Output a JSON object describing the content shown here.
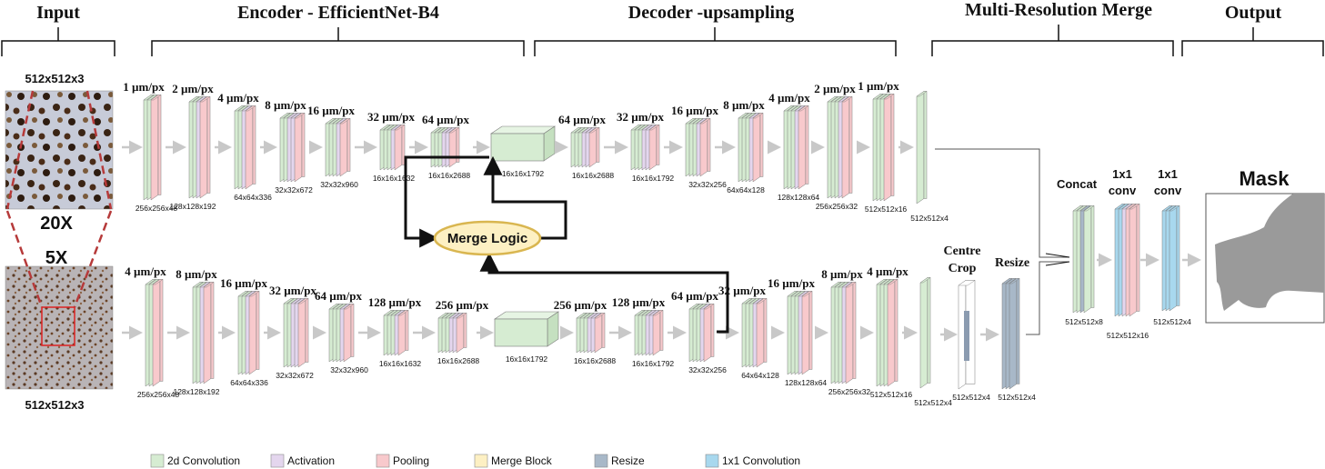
{
  "sections": {
    "input": "Input",
    "encoder": "Encoder - EfficientNet-B4",
    "decoder": "Decoder -upsampling",
    "merge": "Multi-Resolution Merge",
    "output": "Output"
  },
  "input_panel": {
    "top_size": "512x512x3",
    "bottom_size": "512x512x3",
    "zoom_high": "20X",
    "zoom_low": "5X"
  },
  "top_branch": {
    "encoder": [
      {
        "res": "1 µm/px",
        "dim": "256x256x48"
      },
      {
        "res": "2 µm/px",
        "dim": "128x128x192"
      },
      {
        "res": "4 µm/px",
        "dim": "64x64x336"
      },
      {
        "res": "8 µm/px",
        "dim": "32x32x672"
      },
      {
        "res": "16 µm/px",
        "dim": "32x32x960"
      },
      {
        "res": "32 µm/px",
        "dim": "16x16x1632"
      },
      {
        "res": "64 µm/px",
        "dim": "16x16x2688"
      }
    ],
    "bottleneck_dim": "16x16x1792",
    "decoder": [
      {
        "res": "64 µm/px",
        "dim": "16x16x2688"
      },
      {
        "res": "32 µm/px",
        "dim": "16x16x1792"
      },
      {
        "res": "16 µm/px",
        "dim": "32x32x256"
      },
      {
        "res": "8 µm/px",
        "dim": "64x64x128"
      },
      {
        "res": "4 µm/px",
        "dim": "128x128x64"
      },
      {
        "res": "2 µm/px",
        "dim": "256x256x32"
      },
      {
        "res": "1 µm/px",
        "dim": "512x512x16"
      }
    ],
    "final_dim": "512x512x4"
  },
  "bottom_branch": {
    "encoder": [
      {
        "res": "4 µm/px",
        "dim": "256x256x48"
      },
      {
        "res": "8 µm/px",
        "dim": "128x128x192"
      },
      {
        "res": "16 µm/px",
        "dim": "64x64x336"
      },
      {
        "res": "32 µm/px",
        "dim": "32x32x672"
      },
      {
        "res": "64 µm/px",
        "dim": "32x32x960"
      },
      {
        "res": "128 µm/px",
        "dim": "16x16x1632"
      },
      {
        "res": "256 µm/px",
        "dim": "16x16x2688"
      }
    ],
    "bottleneck_dim": "16x16x1792",
    "decoder": [
      {
        "res": "256 µm/px",
        "dim": "16x16x2688"
      },
      {
        "res": "128 µm/px",
        "dim": "16x16x1792"
      },
      {
        "res": "64 µm/px",
        "dim": "32x32x256"
      },
      {
        "res": "32 µm/px",
        "dim": "64x64x128"
      },
      {
        "res": "16 µm/px",
        "dim": "128x128x64"
      },
      {
        "res": "8 µm/px",
        "dim": "256x256x32"
      },
      {
        "res": "4 µm/px",
        "dim": "512x512x16"
      }
    ],
    "final_dim": "512x512x4"
  },
  "merge_logic": "Merge Logic",
  "centre_crop": {
    "label_1": "Centre",
    "label_2": "Crop",
    "dim": "512x512x4"
  },
  "resize": {
    "label": "Resize",
    "dim": "512x512x4"
  },
  "concat": {
    "label": "Concat",
    "dim": "512x512x8"
  },
  "conv1": {
    "label_1": "1x1",
    "label_2": "conv",
    "dim": "512x512x16"
  },
  "conv2": {
    "label_1": "1x1",
    "label_2": "conv",
    "dim": "512x512x4"
  },
  "mask_label": "Mask",
  "legend": [
    {
      "label": "2d Convolution",
      "color": "#d6ecd2"
    },
    {
      "label": "Activation",
      "color": "#e4d6ee"
    },
    {
      "label": "Pooling",
      "color": "#f8c9cc"
    },
    {
      "label": "Merge Block",
      "color": "#fdf0c3"
    },
    {
      "label": "Resize",
      "color": "#a8b8c8"
    },
    {
      "label": "1x1  Convolution",
      "color": "#a8d8ee"
    }
  ],
  "colors": {
    "conv": "#d6ecd2",
    "activation": "#e4d6ee",
    "pooling": "#f8c9cc",
    "merge": "#fdf0c3",
    "resize": "#a8b8c8",
    "conv1x1": "#a8d8ee",
    "arrow": "#c8c8c8",
    "mask": "#9a9a9a"
  }
}
